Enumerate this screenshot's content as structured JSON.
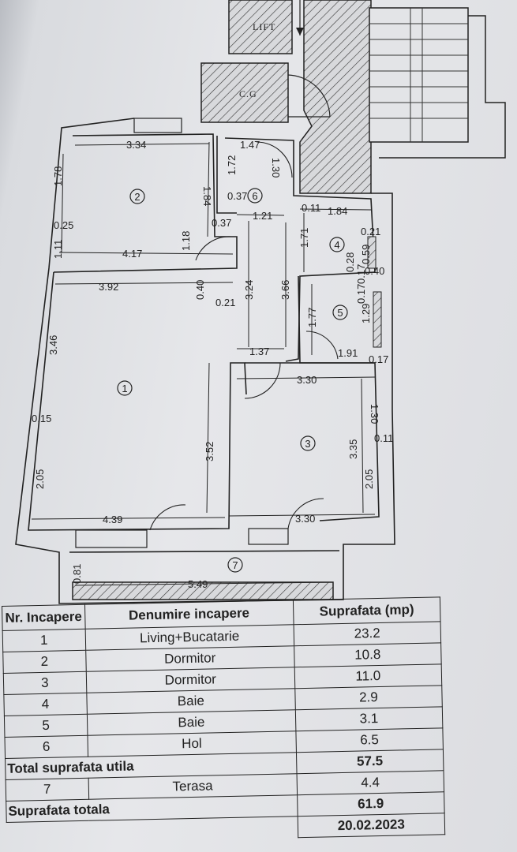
{
  "plan": {
    "labels": {
      "lift": "LIFT",
      "cg": "C.G"
    },
    "rooms": [
      "1",
      "2",
      "3",
      "4",
      "5",
      "6",
      "7"
    ],
    "dims": {
      "d334": "3.34",
      "d178": "1.78",
      "d184": "1.84",
      "d025": "0.25",
      "d111": "1.11",
      "d417": "4.17",
      "d118": "1.18",
      "d147": "1.47",
      "d172": "1.72",
      "d130a": "1.30",
      "d037": "0.37",
      "d037b": "0.37",
      "d121": "1.21",
      "d011": "0.11",
      "d184b": "1.84",
      "d171": "1.71",
      "d021a": "0.21",
      "d059": "0.59",
      "d028": "0.28",
      "d017a": "0.17",
      "d040a": "0.40",
      "d392": "3.92",
      "d040b": "0.40",
      "d021b": "0.21",
      "d324": "3.24",
      "d366": "3.66",
      "d177": "1.77",
      "d129": "1.29",
      "d017b": "0.17",
      "d346": "3.46",
      "d137": "1.37",
      "d191": "1.91",
      "d017c": "0.17",
      "d330a": "3.30",
      "d130b": "1.30",
      "d015": "0.15",
      "d352": "3.52",
      "d335": "3.35",
      "d011b": "0.11",
      "d205a": "2.05",
      "d205b": "2.05",
      "d439": "4.39",
      "d330b": "3.30",
      "d081": "0.81",
      "d549": "5.49"
    }
  },
  "table": {
    "headers": [
      "Nr. Incapere",
      "Denumire incapere",
      "Suprafata (mp)"
    ],
    "rows": [
      {
        "nr": "1",
        "name": "Living+Bucatarie",
        "area": "23.2"
      },
      {
        "nr": "2",
        "name": "Dormitor",
        "area": "10.8"
      },
      {
        "nr": "3",
        "name": "Dormitor",
        "area": "11.0"
      },
      {
        "nr": "4",
        "name": "Baie",
        "area": "2.9"
      },
      {
        "nr": "5",
        "name": "Baie",
        "area": "3.1"
      },
      {
        "nr": "6",
        "name": "Hol",
        "area": "6.5"
      }
    ],
    "total_util_label": "Total suprafata utila",
    "total_util_value": "57.5",
    "terrace": {
      "nr": "7",
      "name": "Terasa",
      "area": "4.4"
    },
    "total_label": "Suprafata totala",
    "total_value": "61.9",
    "date": "20.02.2023"
  }
}
